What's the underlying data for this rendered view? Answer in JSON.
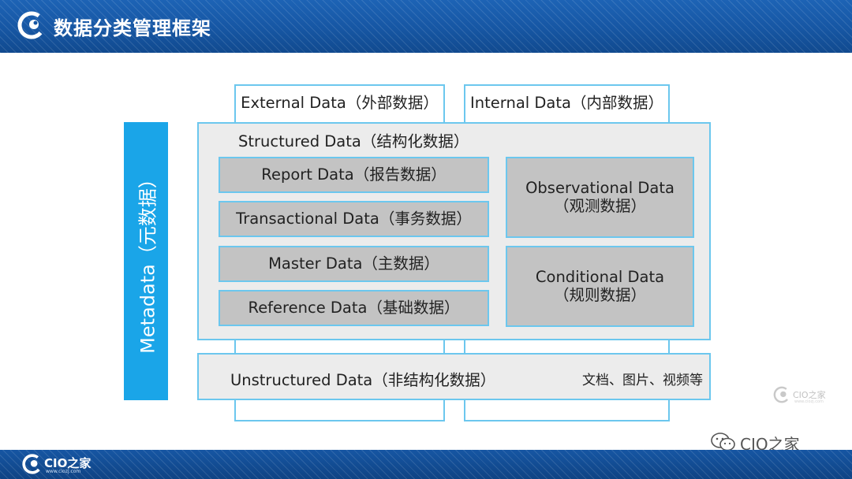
{
  "header": {
    "title": "数据分类管理框架"
  },
  "metadata": {
    "label": "Metadata（元数据）"
  },
  "columns": {
    "external": "External Data（外部数据）",
    "internal": "Internal Data（内部数据）"
  },
  "structured": {
    "title": "Structured Data（结构化数据）",
    "left_items": [
      "Report Data（报告数据）",
      "Transactional Data（事务数据）",
      "Master Data（主数据）",
      "Reference Data（基础数据）"
    ],
    "right_items": [
      {
        "line1": "Observational Data",
        "line2": "（观测数据）"
      },
      {
        "line1": "Conditional Data",
        "line2": "（规则数据）"
      }
    ]
  },
  "unstructured": {
    "title": "Unstructured Data（非结构化数据）",
    "note": "文档、图片、视频等"
  },
  "footer": {
    "brand": "CIO之家",
    "url": "www.ciozj.com"
  },
  "watermarks": {
    "small_brand": "CIO之家",
    "small_url": "www.ciozj.com",
    "wechat": "CIO之家"
  },
  "colors": {
    "header_blue": "#1656a3",
    "metadata_blue": "#1aa5e8",
    "outline_blue": "#6cc7ee",
    "panel_gray": "#ececec",
    "box_gray": "#c3c3c3"
  }
}
